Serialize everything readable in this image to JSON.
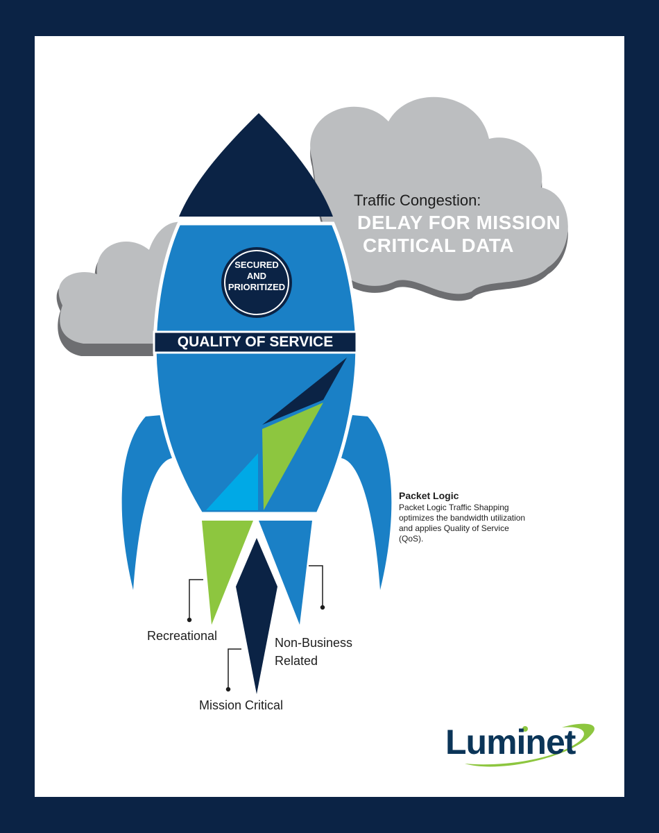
{
  "cloud": {
    "label": "Traffic Congestion:",
    "headline_1": "DELAY FOR MISSION",
    "headline_2": "CRITICAL DATA"
  },
  "rocket": {
    "badge_1": "SECURED",
    "badge_2": "AND",
    "badge_3": "PRIORITIZED",
    "band": "QUALITY OF SERVICE"
  },
  "info": {
    "title": "Packet Logic",
    "body_1": "Packet Logic Traffic Shapping",
    "body_2": "optimizes the bandwidth utilization",
    "body_3": "and applies Quality of Service",
    "body_4": "(QoS)."
  },
  "flames": {
    "recreational": "Recreational",
    "mission_critical": "Mission Critical",
    "non_business_1": "Non-Business",
    "non_business_2": "Related"
  },
  "logo": {
    "text": "Luminet"
  },
  "colors": {
    "navy": "#0b2345",
    "blue": "#1a80c6",
    "green": "#8dc63f",
    "light_blue": "#00a9e6",
    "cloud": "#bcbec0",
    "cloud_shadow": "#6d6e71"
  }
}
